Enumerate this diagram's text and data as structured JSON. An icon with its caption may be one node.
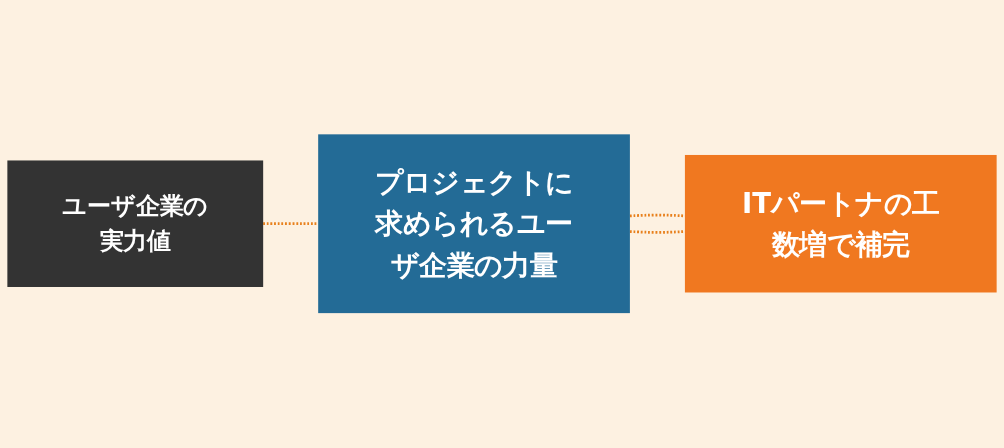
{
  "diagram": {
    "nodes": [
      {
        "text": [
          "ユーザ企業の",
          "実力値"
        ]
      },
      {
        "text": [
          "プロジェクトに求められるユーザ企業の力量"
        ]
      },
      {
        "text": [
          "ITパートナの工数増で補完"
        ]
      }
    ],
    "edges": [
      {
        "from": 0,
        "to": 1,
        "arrow": "none",
        "style": "dashed"
      },
      {
        "from": 1,
        "to": 2,
        "arrow": "none",
        "style": "dashed"
      },
      {
        "from": 1,
        "to": 2,
        "arrow": "none",
        "style": "dashed"
      }
    ]
  }
}
